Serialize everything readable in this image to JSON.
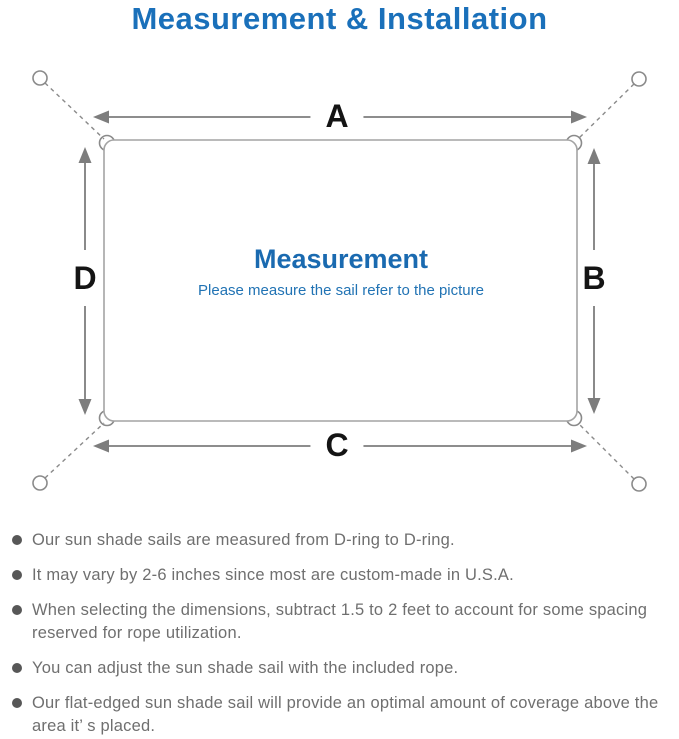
{
  "header": {
    "title": "Measurement & Installation"
  },
  "diagram": {
    "labels": {
      "top": "A",
      "right": "B",
      "bottom": "C",
      "left": "D"
    },
    "center": {
      "heading": "Measurement",
      "subtitle": "Please measure the sail refer to the picture"
    }
  },
  "bullets": [
    "Our sun shade sails are measured from D-ring to D-ring.",
    "It may vary by 2-6 inches since most are custom-made in U.S.A.",
    "When selecting the dimensions, subtract 1.5 to 2 feet to account for some spacing reserved for rope utilization.",
    "You can adjust the sun shade sail with the included rope.",
    "Our flat-edged sun shade sail will provide an optimal amount of coverage above the area it’ s placed."
  ],
  "colors": {
    "title_blue": "#1a70ba",
    "center_heading_blue": "#1a6ab0",
    "center_subtitle_blue": "#2173b4",
    "dimension_label_black": "#141414",
    "arrow_gray": "#7d7d7d",
    "outline_gray": "#a4a4a4",
    "anchor_gray": "#8a8a8a",
    "bullet_text_gray": "#6f6f6f"
  }
}
